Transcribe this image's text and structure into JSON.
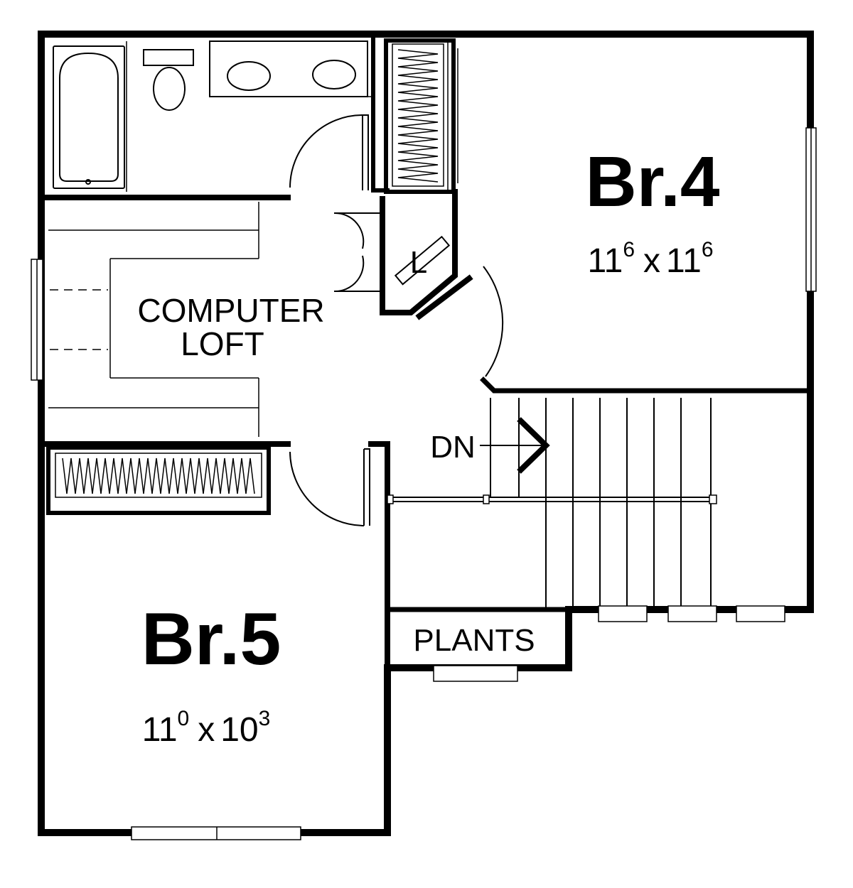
{
  "plan": {
    "rooms": {
      "bedroom4": {
        "name": "Br.4",
        "dim_a": "11",
        "dim_a_sup": "6",
        "times": "x",
        "dim_b": "11",
        "dim_b_sup": "6"
      },
      "bedroom5": {
        "name": "Br.5",
        "dim_a": "11",
        "dim_a_sup": "0",
        "times": "x",
        "dim_b": "10",
        "dim_b_sup": "3"
      },
      "loft": {
        "line1": "COMPUTER",
        "line2": "LOFT"
      },
      "linen": {
        "label": "L"
      },
      "plants": {
        "label": "PLANTS"
      }
    },
    "stairs": {
      "label": "DN"
    }
  }
}
